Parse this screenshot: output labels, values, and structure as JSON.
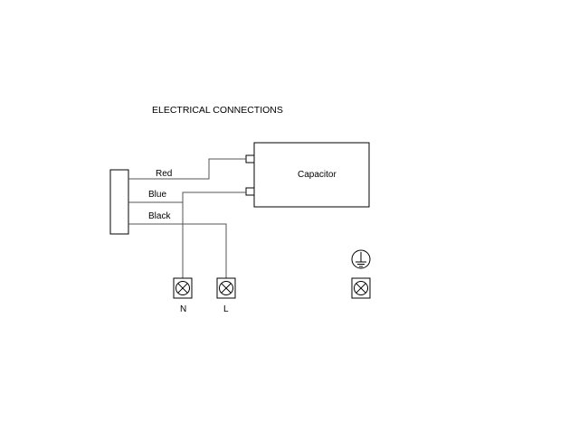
{
  "diagram": {
    "title": "ELECTRICAL CONNECTIONS",
    "capacitor_label": "Capacitor",
    "wires": {
      "red": "Red",
      "blue": "Blue",
      "black": "Black"
    },
    "terminals": {
      "neutral": "N",
      "live": "L"
    },
    "icons": {
      "terminal": "terminal-cross-icon",
      "earth": "earth-ground-icon"
    }
  }
}
